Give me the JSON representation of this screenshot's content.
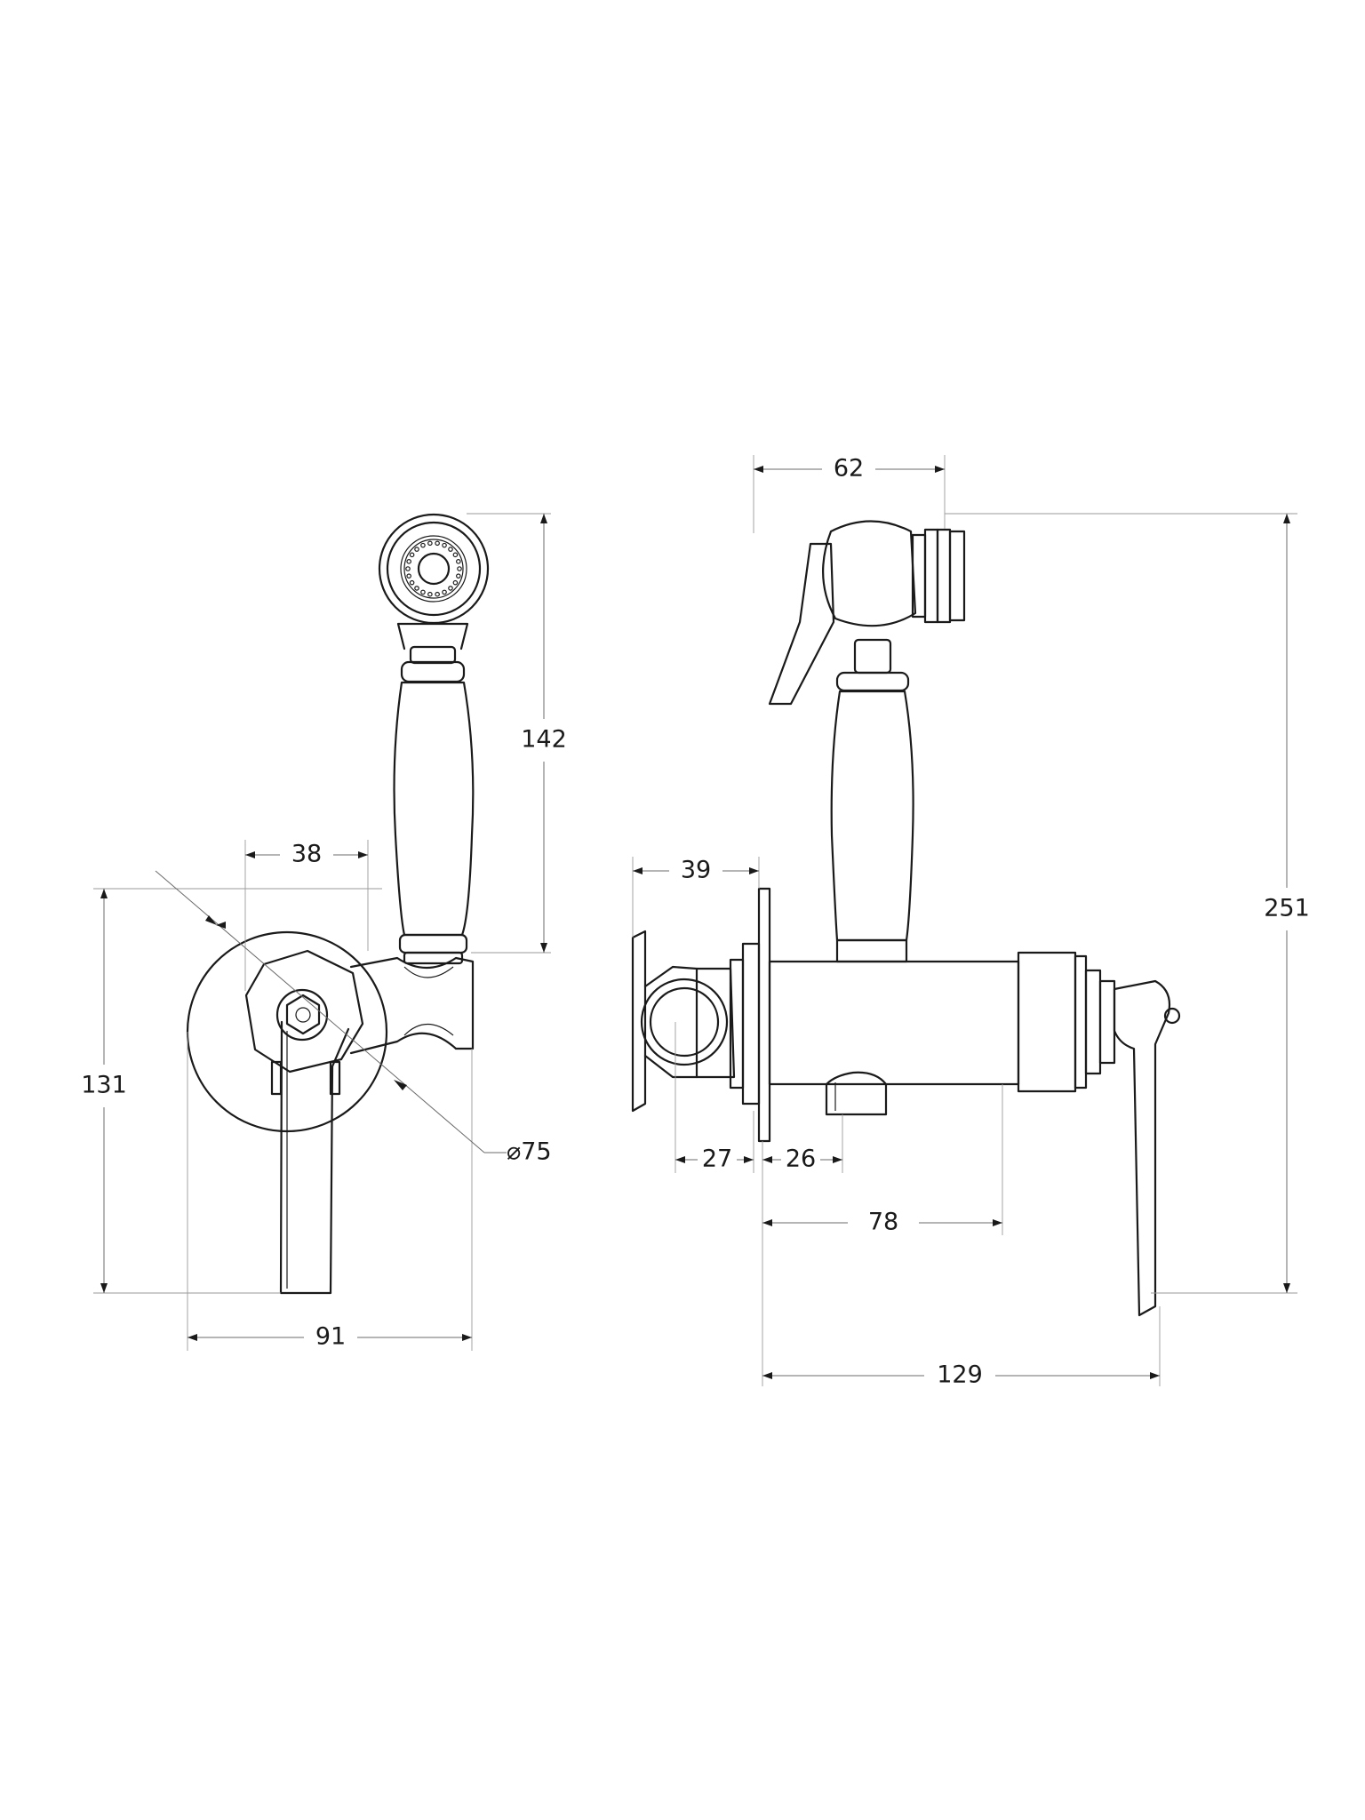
{
  "dimensions": {
    "front_height": "131",
    "front_width": "91",
    "front_hose_offset": "38",
    "front_handset_height": "142",
    "flange_diameter": "⌀75",
    "side_head_width": "62",
    "side_total_height": "251",
    "side_bracket_depth": "39",
    "side_inlet_offset": "27",
    "side_outlet_offset": "26",
    "side_body_length": "78",
    "side_total_depth": "129"
  },
  "colors": {
    "line": "#1a1a1a",
    "dimension": "#6b6b6b",
    "background": "#ffffff"
  }
}
